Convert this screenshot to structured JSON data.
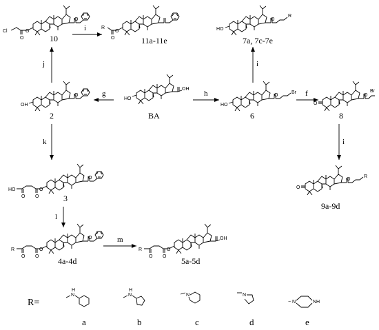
{
  "compounds": [
    {
      "id": "c10",
      "label": "10"
    },
    {
      "id": "c11",
      "label": "11a-11e"
    },
    {
      "id": "c7",
      "label": "7a, 7c-7e"
    },
    {
      "id": "c2",
      "label": "2"
    },
    {
      "id": "cBA",
      "label": "BA"
    },
    {
      "id": "c6",
      "label": "6"
    },
    {
      "id": "c8",
      "label": "8"
    },
    {
      "id": "c3",
      "label": "3"
    },
    {
      "id": "c9",
      "label": "9a-9d"
    },
    {
      "id": "c4",
      "label": "4a-4d"
    },
    {
      "id": "c5",
      "label": "5a-5d"
    }
  ],
  "steps": {
    "i_top": "i",
    "j": "j",
    "g": "g",
    "h": "h",
    "i_up": "i",
    "f": "f",
    "k": "k",
    "i_down": "i",
    "l": "l",
    "m": "m"
  },
  "atoms": {
    "cl": "Cl",
    "oh": "OH",
    "ho": "HO",
    "br": "Br",
    "r": "R",
    "o": "O",
    "h": "H",
    "n": "N",
    "nh": "NH",
    "hn": "H",
    "minus": "−"
  },
  "r_groups": {
    "label": "R=",
    "items": [
      {
        "letter": "a"
      },
      {
        "letter": "b"
      },
      {
        "letter": "c"
      },
      {
        "letter": "d"
      },
      {
        "letter": "e"
      }
    ]
  }
}
